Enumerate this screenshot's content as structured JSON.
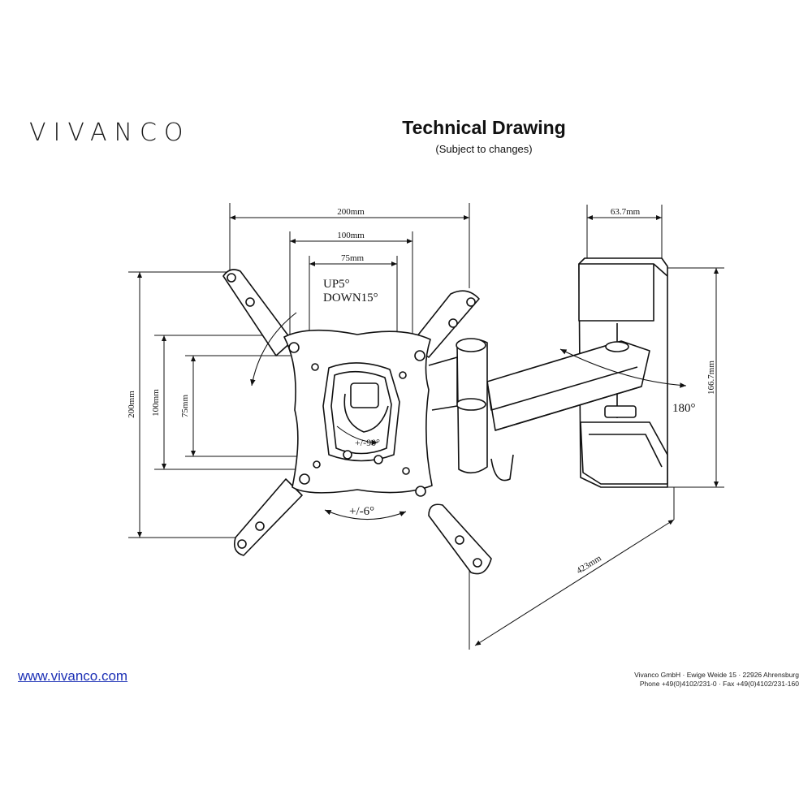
{
  "header": {
    "brand": "VIVANCO",
    "title": "Technical Drawing",
    "subtitle": "(Subject to changes)"
  },
  "dimensions": {
    "top_200": "200mm",
    "top_100": "100mm",
    "top_75": "75mm",
    "left_200": "200mm",
    "left_100": "100mm",
    "left_75": "75mm",
    "depth": "63.7mm",
    "height": "166.7mm",
    "reach": "423mm"
  },
  "annotations": {
    "tilt_up": "UP5°",
    "tilt_down": "DOWN15°",
    "rotation": "+/-90°",
    "swivel": "180°",
    "level": "+/-6°"
  },
  "footer": {
    "website": "www.vivanco.com",
    "address": "Vivanco GmbH · Ewige Weide 15 · 22926 Ahrensburg",
    "phone": "Phone +49(0)4102/231-0 · Fax +49(0)4102/231-160"
  }
}
